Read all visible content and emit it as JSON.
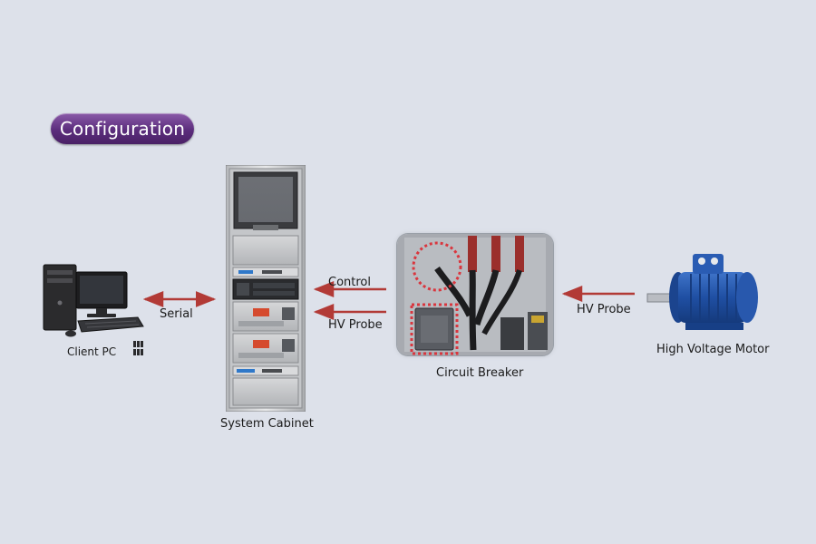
{
  "header": {
    "title": "Configuration"
  },
  "nodes": {
    "client_pc": "Client PC",
    "system_cabinet": "System Cabinet",
    "circuit_breaker": "Circuit Breaker",
    "motor": "High Voltage Motor"
  },
  "links": {
    "serial": "Serial",
    "control": "Control",
    "hv_probe_cabinet": "HV Probe",
    "hv_probe_motor": "HV Probe"
  },
  "colors": {
    "background": "#dde1ea",
    "accent": "#5b2d7c",
    "arrow": "#b23a36",
    "marker": "#d9363e"
  }
}
